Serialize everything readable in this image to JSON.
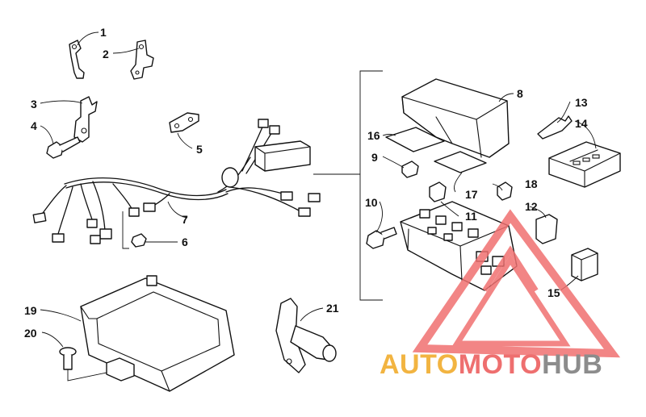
{
  "callouts": {
    "c1": "1",
    "c2": "2",
    "c3": "3",
    "c4": "4",
    "c5": "5",
    "c6": "6",
    "c7": "7",
    "c8": "8",
    "c9": "9",
    "c10": "10",
    "c11": "11",
    "c12": "12",
    "c13": "13",
    "c14": "14",
    "c15": "15",
    "c16": "16",
    "c17": "17",
    "c18": "18",
    "c19": "19",
    "c20": "20",
    "c21": "21"
  },
  "watermark": {
    "part1": "AUTO",
    "part2": "MOTO",
    "part3": "HUB",
    "colors": {
      "auto": "#f2b441",
      "moto": "#ee6f6f",
      "hub": "#8c8c8c",
      "triangle": "#f07070"
    }
  }
}
